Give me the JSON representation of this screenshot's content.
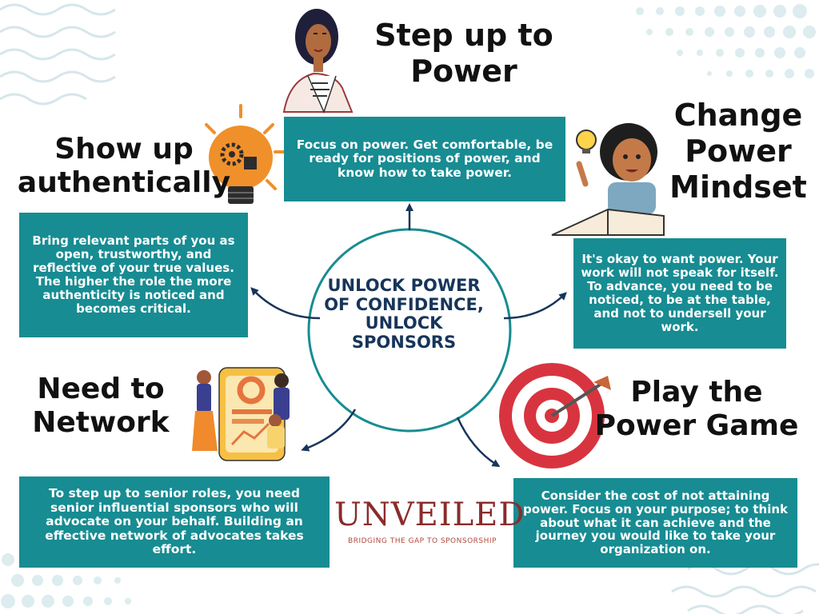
{
  "center_text": "UNLOCK POWER OF CONFIDENCE, UNLOCK SPONSORS",
  "sections": {
    "step_up": {
      "title": "Step up to Power",
      "body": "Focus on power. Get comfortable, be ready for positions of power, and know how to take power."
    },
    "change_mindset": {
      "title": "Change Power Mindset",
      "body": "It's okay to want power. Your work will not speak for itself. To advance, you need to be noticed, to be at the table, and not to undersell your work."
    },
    "show_up": {
      "title": "Show up authentically",
      "body": "Bring relevant parts of you as open, trustworthy, and reflective of your true values. The higher the role the more authenticity is noticed and becomes critical."
    },
    "network": {
      "title": "Need to Network",
      "body": "To step up to senior roles, you need senior influential sponsors who will advocate on your behalf. Building an effective network of advocates takes effort."
    },
    "power_game": {
      "title": "Play the Power Game",
      "body": "Consider the cost of not attaining power. Focus on your purpose; to think about what it can achieve and the journey you would like to take your organization on."
    }
  },
  "logo": {
    "title": "UNVEILED",
    "tagline": "BRIDGING THE GAP TO SPONSORSHIP"
  },
  "illustrations": [
    "woman-portrait",
    "lightbulb-gear-icon",
    "girl-idea-reading",
    "team-phone-dashboard",
    "target-arrow-icon"
  ],
  "colors": {
    "box": "#178c92",
    "center_text": "#17355a",
    "circle": "#178c92",
    "arrow": "#17355a",
    "logo": "#8b2b2b"
  }
}
